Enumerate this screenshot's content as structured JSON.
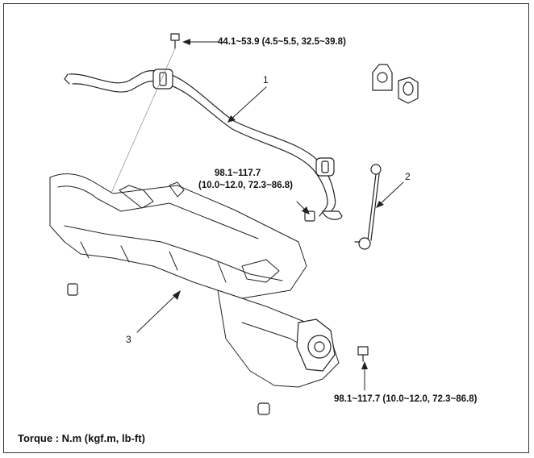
{
  "callouts": {
    "item1": "1",
    "item2": "2",
    "item3": "3"
  },
  "torque_specs": {
    "top_bolt": "44.1~53.9 (4.5~5.5, 32.5~39.8)",
    "mid_nut_line1": "98.1~117.7",
    "mid_nut_line2": "(10.0~12.0, 72.3~86.8)",
    "bottom_bolt": "98.1~117.7 (10.0~12.0, 72.3~86.8)"
  },
  "legend": {
    "torque_units": "Torque : N.m (kgf.m,  lb-ft)"
  }
}
